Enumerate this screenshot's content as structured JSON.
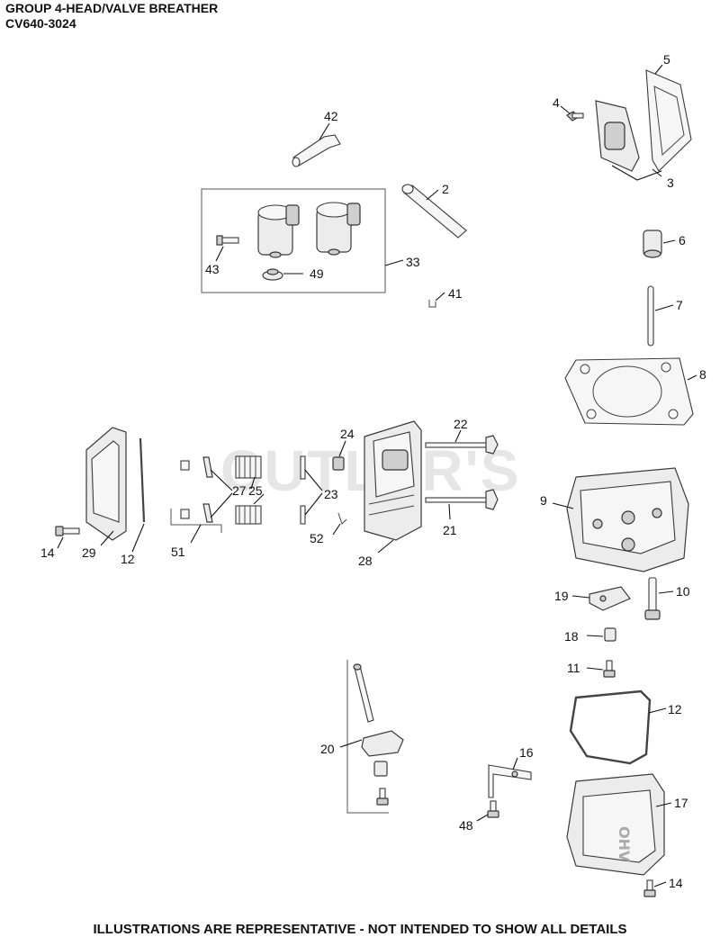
{
  "header": {
    "group_title": "GROUP 4-HEAD/VALVE BREATHER",
    "model": "CV640-3024"
  },
  "watermark": "CUTLER'S",
  "footer": {
    "note": "ILLUSTRATIONS ARE REPRESENTATIVE - NOT INTENDED TO SHOW ALL DETAILS"
  },
  "callouts": {
    "c2": "2",
    "c3": "3",
    "c4": "4",
    "c5": "5",
    "c6": "6",
    "c7": "7",
    "c8": "8",
    "c9": "9",
    "c10": "10",
    "c11": "11",
    "c12a": "12",
    "c12b": "12",
    "c14a": "14",
    "c14b": "14",
    "c16": "16",
    "c17": "17",
    "c18": "18",
    "c19": "19",
    "c20": "20",
    "c21": "21",
    "c22": "22",
    "c23": "23",
    "c24": "24",
    "c25": "25",
    "c27": "27",
    "c28": "28",
    "c29": "29",
    "c33": "33",
    "c41": "41",
    "c42": "42",
    "c43": "43",
    "c48": "48",
    "c49": "49",
    "c51": "51",
    "c52": "52"
  },
  "cover_embossing": "OHV"
}
